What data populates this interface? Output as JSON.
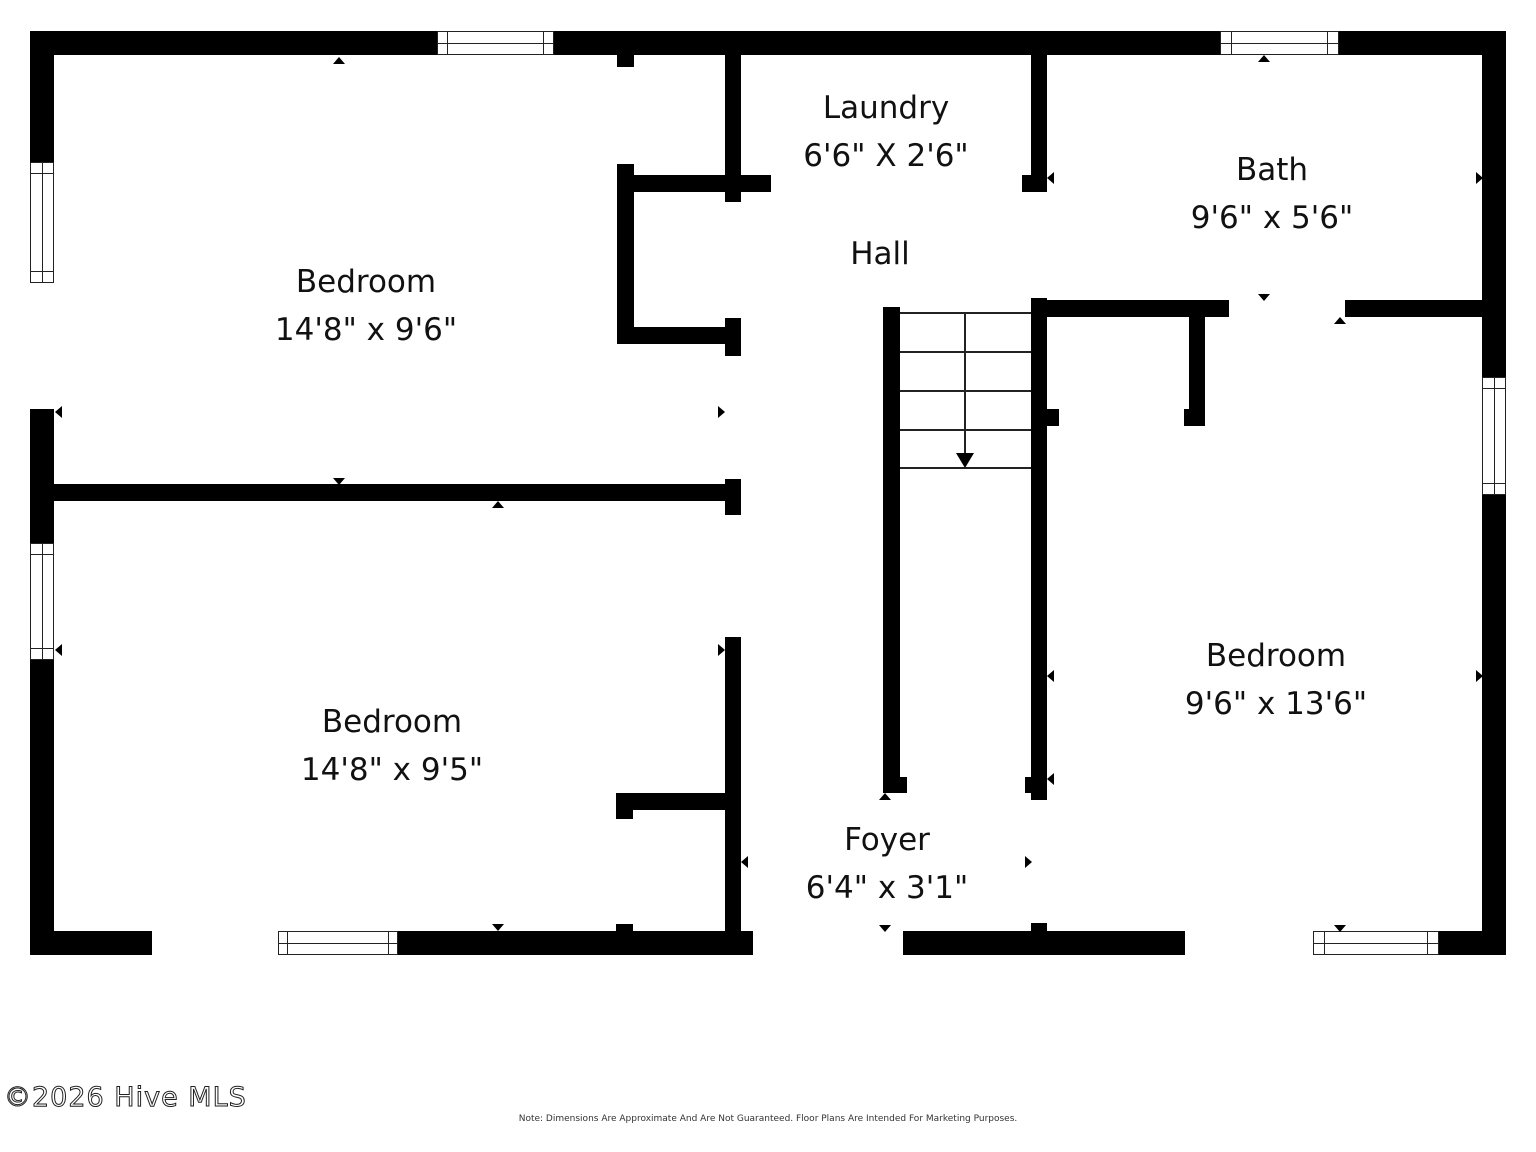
{
  "floor_plan": {
    "rooms": [
      {
        "name": "Bedroom",
        "dimensions": "14'8\" x 9'6\"",
        "position": "top-left"
      },
      {
        "name": "Bedroom",
        "dimensions": "14'8\" x 9'5\"",
        "position": "bottom-left"
      },
      {
        "name": "Laundry",
        "dimensions": "6'6\" X 2'6\"",
        "position": "top-center"
      },
      {
        "name": "Hall",
        "dimensions": "",
        "position": "center"
      },
      {
        "name": "Foyer",
        "dimensions": "6'4\" x 3'1\"",
        "position": "bottom-center"
      },
      {
        "name": "Bath",
        "dimensions": "9'6\" x 5'6\"",
        "position": "top-right"
      },
      {
        "name": "Bedroom",
        "dimensions": "9'6\" x 13'6\"",
        "position": "right"
      }
    ],
    "stairs": {
      "direction": "down",
      "steps": 4
    },
    "colors": {
      "wall": "#000000",
      "background": "#ffffff",
      "text": "#111111"
    }
  },
  "footer": {
    "copyright": "©2026 Hive MLS",
    "note": "Note: Dimensions Are Approximate And Are Not Guaranteed. Floor Plans Are Intended For Marketing Purposes."
  }
}
